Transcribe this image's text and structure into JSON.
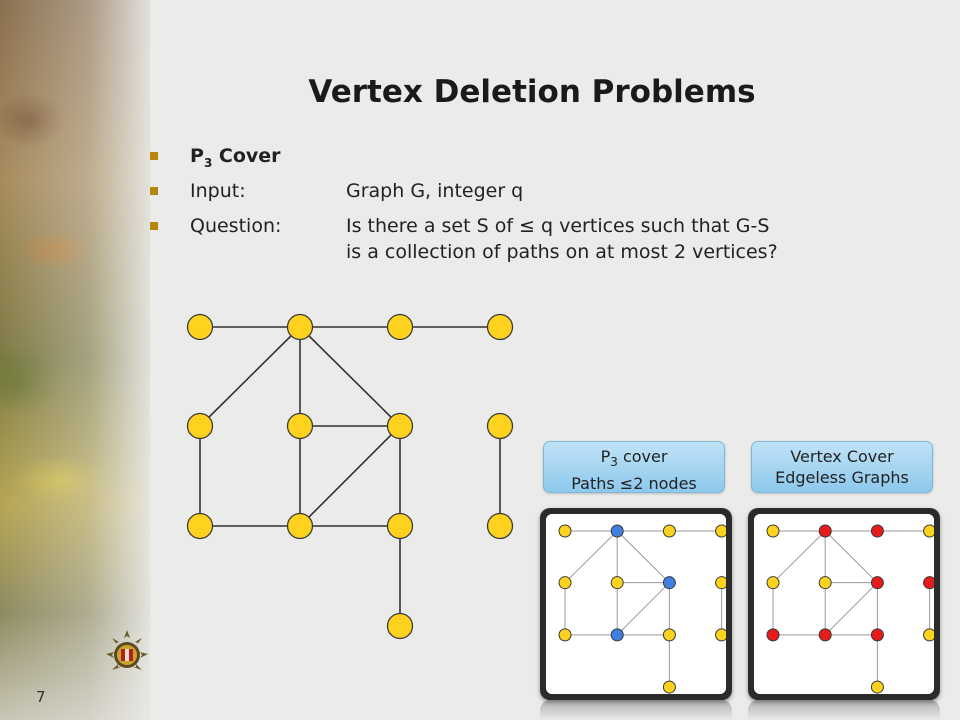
{
  "slide": {
    "title": "Vertex Deletion Problems",
    "page_number": "7"
  },
  "bullets": {
    "problem": {
      "name": "P",
      "sub": "3",
      "suffix": " Cover"
    },
    "input": {
      "label": "Input:",
      "value": "Graph G, integer q"
    },
    "question": {
      "label": "Question:",
      "line1": "Is there a set S of ≤ q vertices such that G-S",
      "line2": "is a collection of paths on at most 2 vertices?"
    }
  },
  "cards": {
    "p3": {
      "line1_name": "P",
      "line1_sub": "3",
      "line1_suffix": " cover",
      "line2": "Paths ≤2 nodes"
    },
    "vc": {
      "line1": "Vertex Cover",
      "line2": "Edgeless Graphs"
    }
  },
  "colors": {
    "node_default": "#ffd21f",
    "node_p3_selected": "#3f7fe0",
    "node_vc_selected": "#e61c1c",
    "accent_bullet": "#b8860b"
  },
  "graph": {
    "nodes": [
      "a1",
      "a2",
      "a3",
      "a4",
      "b1",
      "b2",
      "b3",
      "b4",
      "c1",
      "c2",
      "c3",
      "c4",
      "d3"
    ],
    "edges": [
      [
        "a1",
        "a2"
      ],
      [
        "a2",
        "a3"
      ],
      [
        "a3",
        "a4"
      ],
      [
        "a2",
        "b1"
      ],
      [
        "a2",
        "b2"
      ],
      [
        "a2",
        "b3"
      ],
      [
        "b1",
        "c1"
      ],
      [
        "b2",
        "b3"
      ],
      [
        "b2",
        "c2"
      ],
      [
        "b3",
        "c2"
      ],
      [
        "b3",
        "c3"
      ],
      [
        "b4",
        "c4"
      ],
      [
        "c1",
        "c2"
      ],
      [
        "c2",
        "c3"
      ],
      [
        "c3",
        "d3"
      ]
    ],
    "p3_cover_set": [
      "a2",
      "b3",
      "c2"
    ],
    "vertex_cover_set": [
      "a2",
      "a3",
      "b3",
      "b4",
      "c1",
      "c2",
      "c3"
    ]
  }
}
